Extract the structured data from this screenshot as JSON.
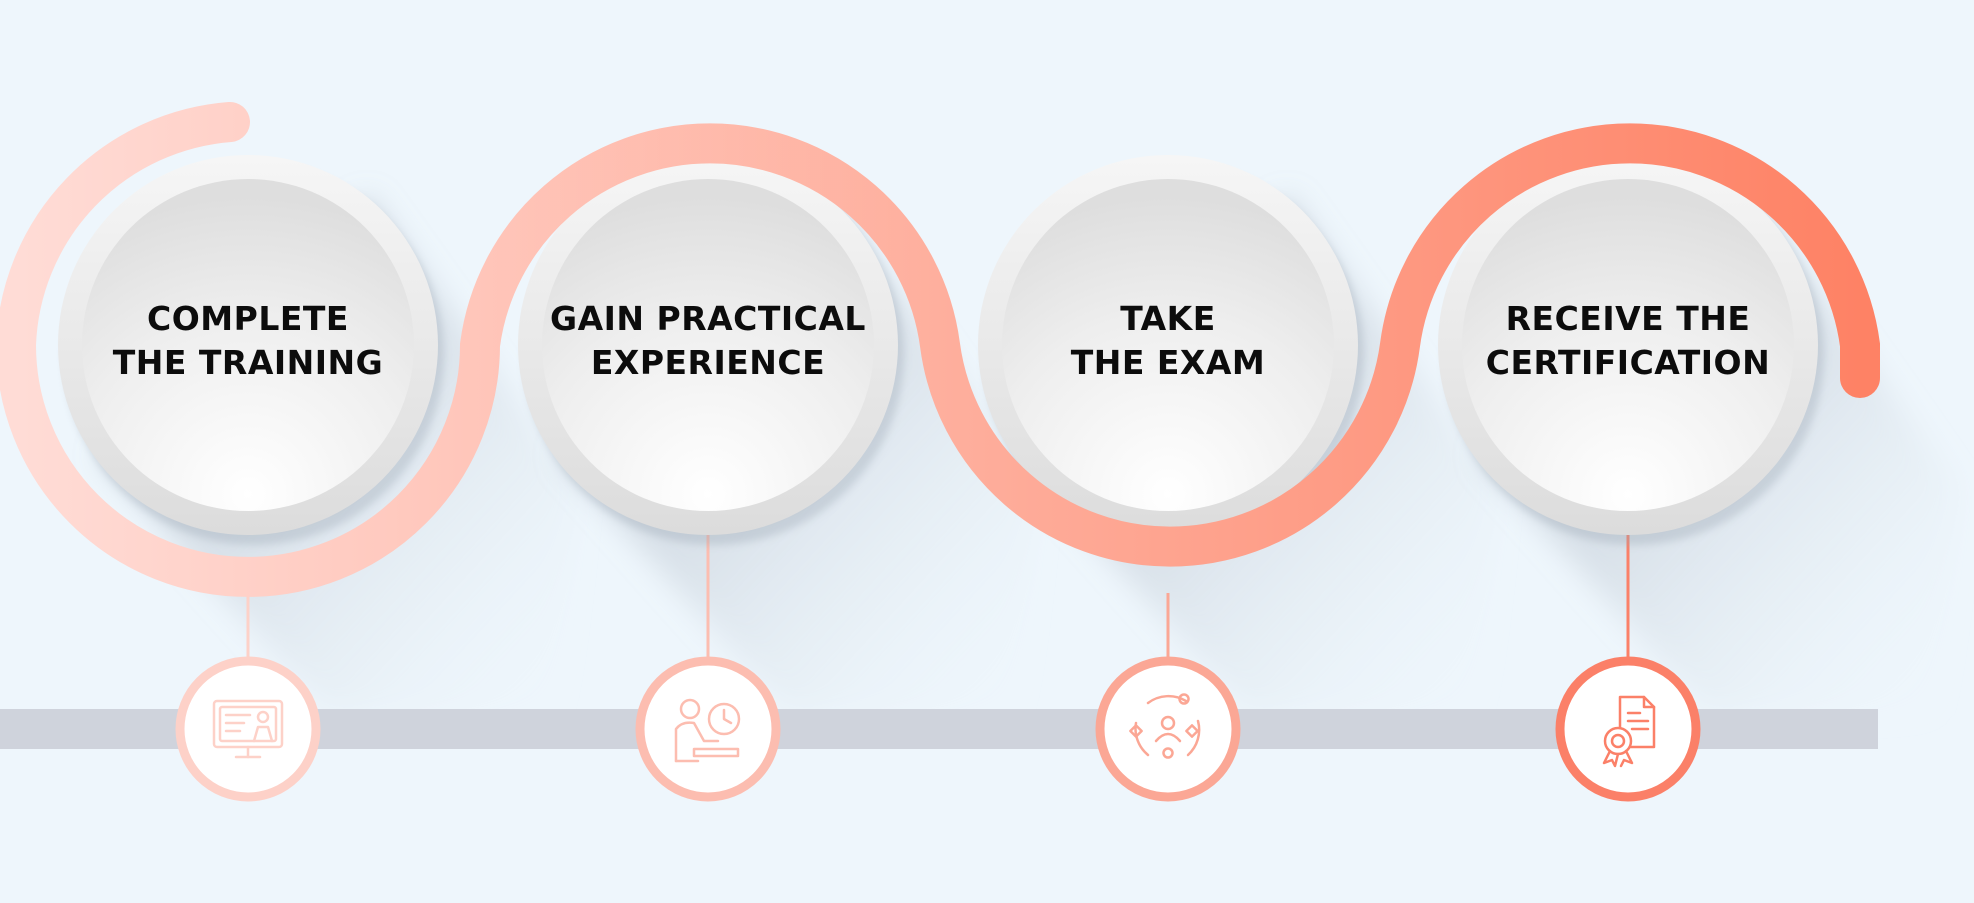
{
  "diagram": {
    "steps": [
      {
        "title_line1": "COMPLETE",
        "title_line2": "THE TRAINING",
        "icon": "training-presentation-icon",
        "color": "#fdd1c8"
      },
      {
        "title_line1": "GAIN PRACTICAL",
        "title_line2": "EXPERIENCE",
        "icon": "practical-experience-icon",
        "color": "#fcbdb0"
      },
      {
        "title_line1": "TAKE",
        "title_line2": "THE EXAM",
        "icon": "exam-cycle-icon",
        "color": "#fba795"
      },
      {
        "title_line1": "RECEIVE THE",
        "title_line2": "CERTIFICATION",
        "icon": "certificate-icon",
        "color": "#fb8068"
      }
    ],
    "colors": {
      "background": "#eef6fc",
      "track": "#cfd3dc",
      "ribbon_start": "#ffdcd6",
      "ribbon_end": "#fe8265",
      "text": "#0c0c0c"
    }
  }
}
